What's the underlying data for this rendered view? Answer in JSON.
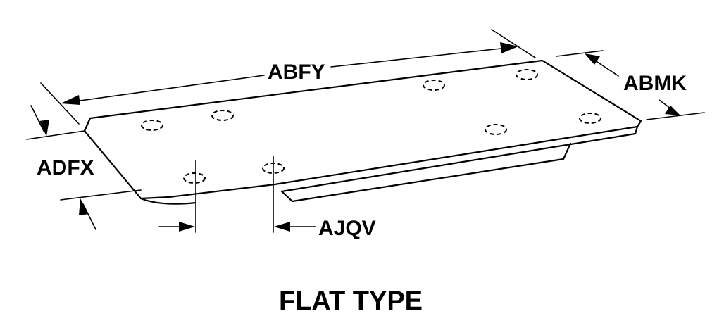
{
  "diagram": {
    "labels": {
      "length": "ABFY",
      "width": "ABMK",
      "thickness": "ADFX",
      "hole_spacing": "AJQV"
    },
    "caption": "FLAT TYPE"
  }
}
